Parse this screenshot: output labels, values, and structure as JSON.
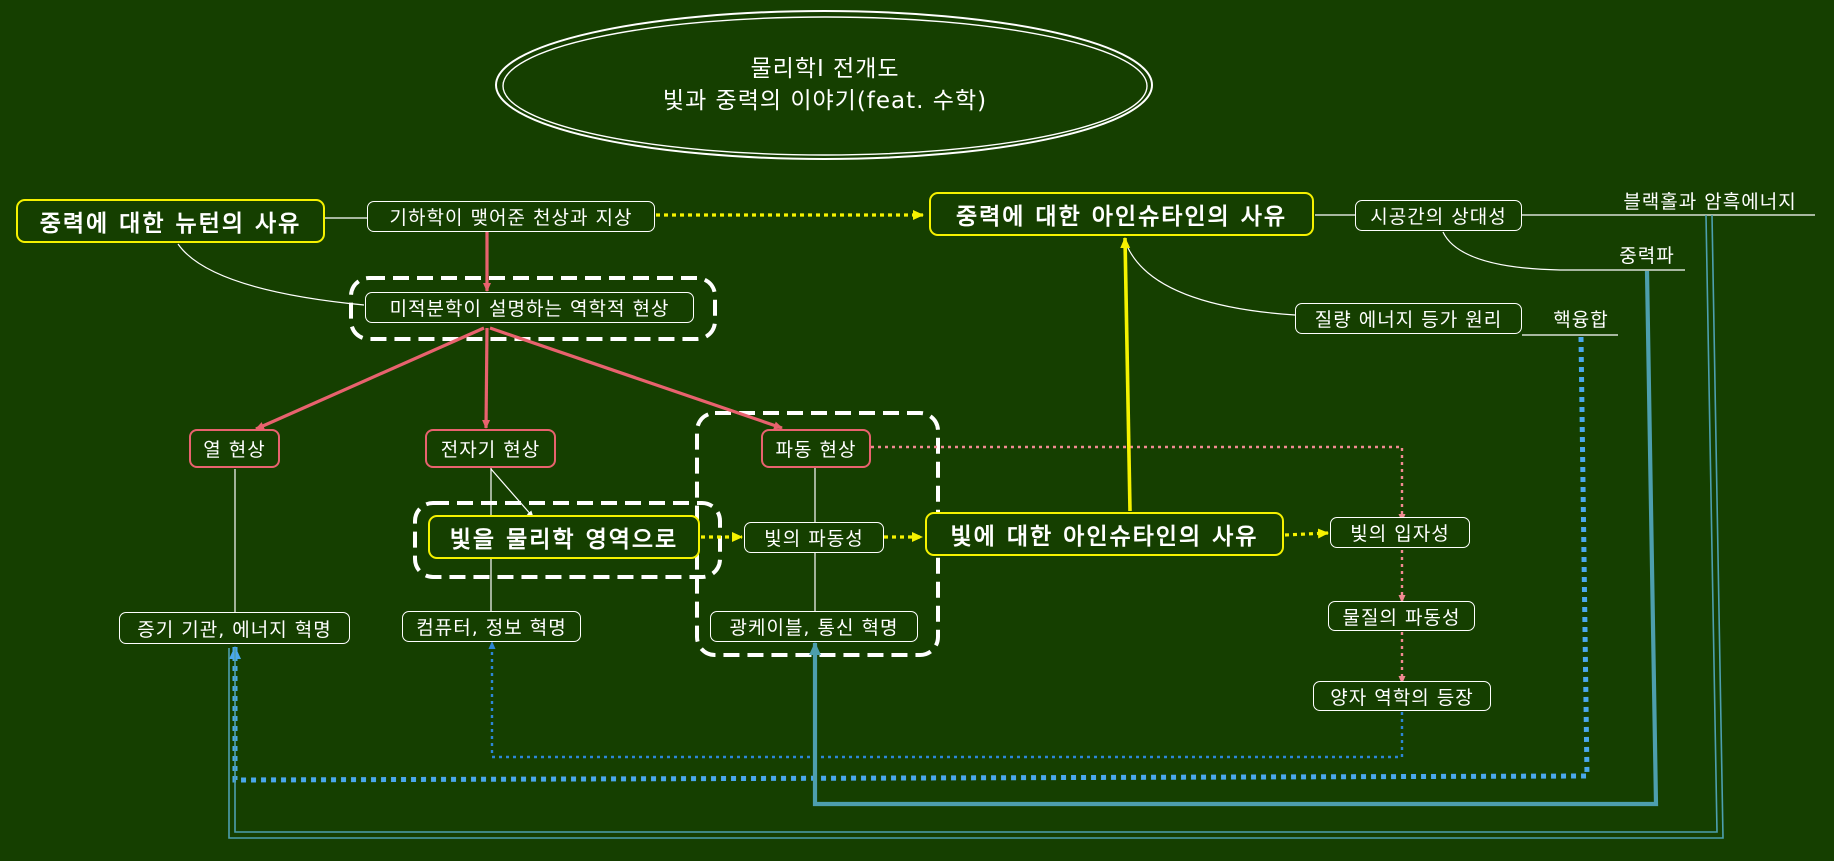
{
  "title": {
    "line1": "물리학Ⅰ 전개도",
    "line2": "빛과 중력의 이야기(feat. 수학)"
  },
  "nodes": {
    "newton": "중력에 대한 뉴턴의 사유",
    "geometry": "기하학이 맺어준 천상과 지상",
    "einstein_gravity": "중력에 대한 아인슈타인의 사유",
    "spacetime": "시공간의 상대성",
    "blackhole": "블랙홀과 암흑에너지",
    "gravwave": "중력파",
    "calculus": "미적분학이 설명하는 역학적 현상",
    "massenergy": "질량 에너지 등가 원리",
    "fusion": "핵융합",
    "heat": "열 현상",
    "em": "전자기 현상",
    "wave": "파동 현상",
    "light_physics": "빛을 물리학 영역으로",
    "light_wave": "빛의 파동성",
    "einstein_light": "빛에 대한 아인슈타인의 사유",
    "light_particle": "빛의 입자성",
    "matter_wave": "물질의 파동성",
    "quantum": "양자 역학의 등장",
    "steam": "증기 기관, 에너지 혁명",
    "computer": "컴퓨터, 정보 혁명",
    "fiber": "광케이블, 통신 혁명"
  },
  "colors": {
    "background": "#153f00",
    "red_arrow": "#e8626e",
    "yellow": "#f5f200",
    "blue_dotted": "#4aa8ec",
    "teal": "#4d9fae",
    "pink_dotted": "#f08a92",
    "white": "#ffffff"
  }
}
